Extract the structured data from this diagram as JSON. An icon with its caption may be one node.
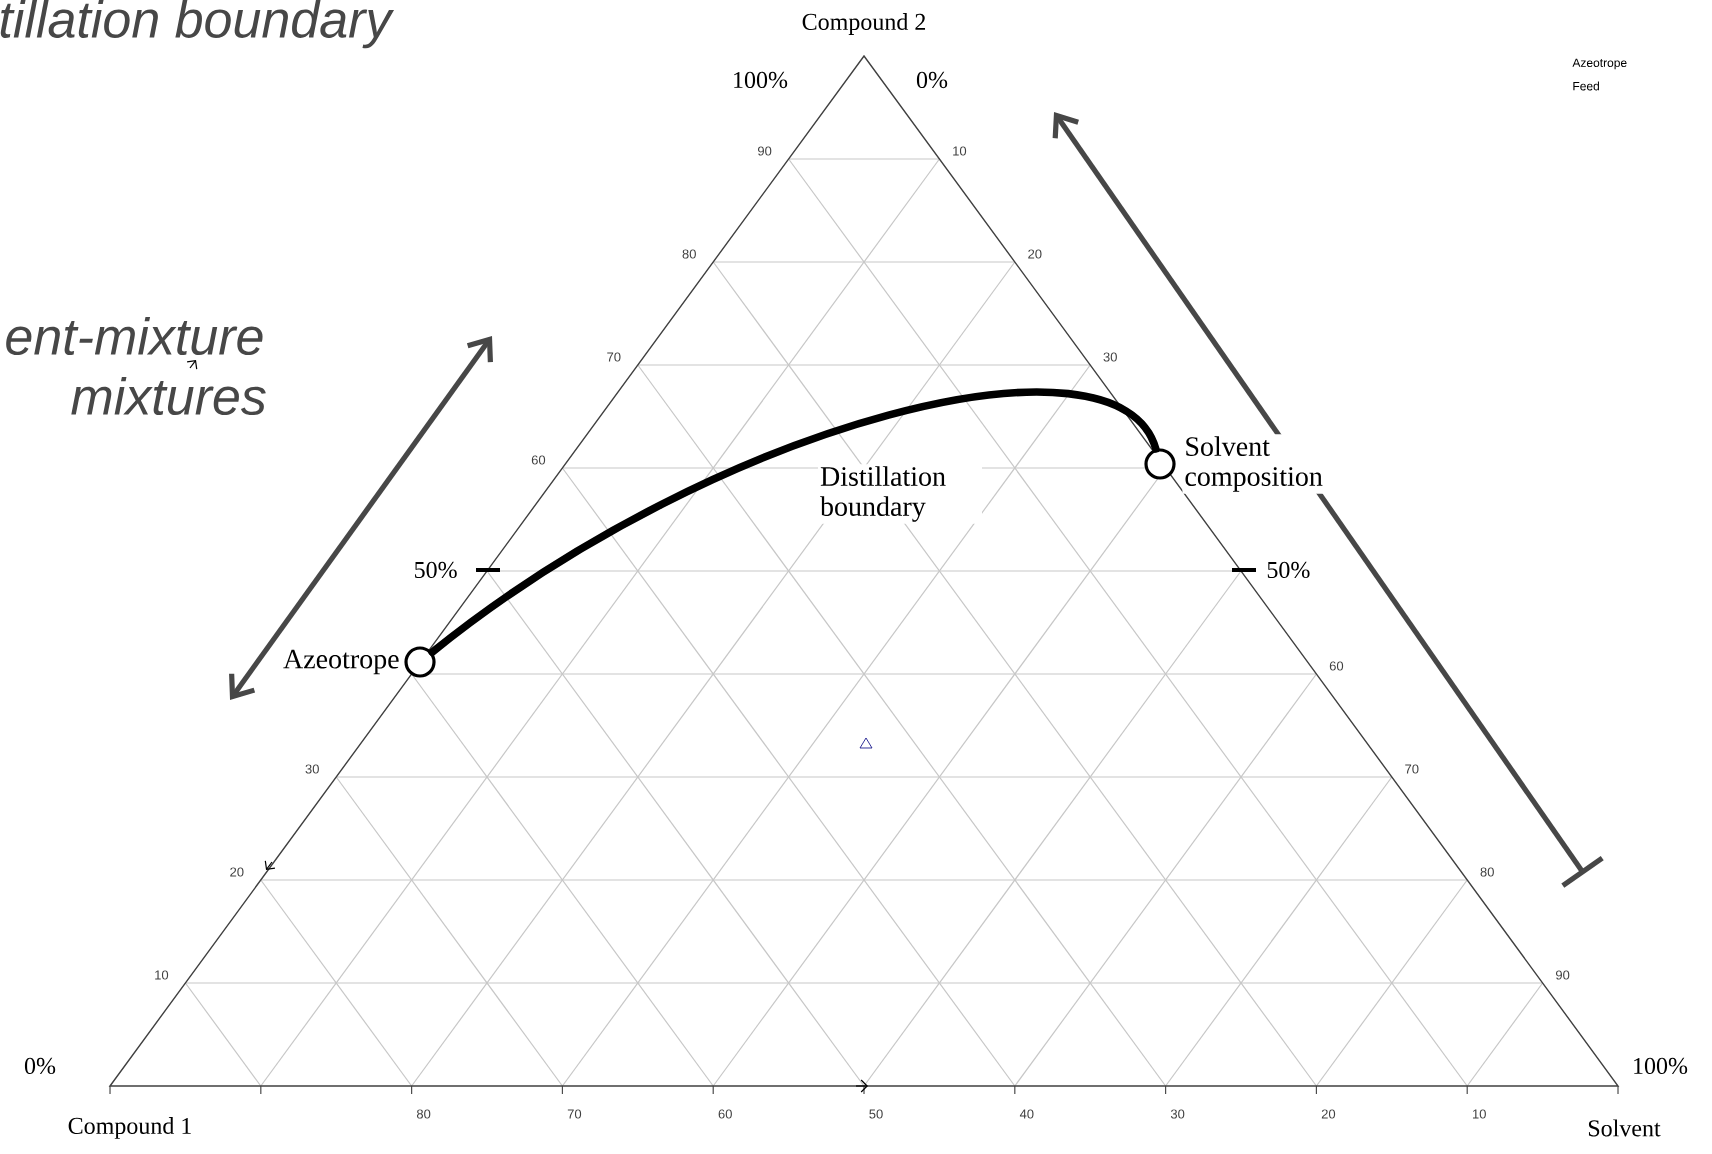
{
  "diagram": {
    "nodes": [
      {
        "text": [],
        "shape": "circle",
        "beside": [
          "Azeotrope"
        ]
      },
      {
        "text": [],
        "shape": "circle",
        "beside": [
          "Solvent composition"
        ]
      }
    ],
    "edges": [
      {
        "from": 0,
        "to": 1,
        "arrow": "none",
        "label": "Distillation boundary"
      }
    ],
    "labels": [
      "tillation boundary",
      "Compound 2",
      "100%",
      "0%",
      "Azeotrope",
      "Feed",
      "ent-mixture",
      "mixtures",
      "90",
      "80",
      "70",
      "60",
      "10",
      "20",
      "30",
      "50%",
      "50%",
      "60",
      "70",
      "80",
      "90",
      "30",
      "20",
      "10",
      "0%",
      "100%",
      "Compound 1",
      "80",
      "70",
      "60",
      "50",
      "40",
      "30",
      "20",
      "10",
      "Solvent"
    ]
  }
}
